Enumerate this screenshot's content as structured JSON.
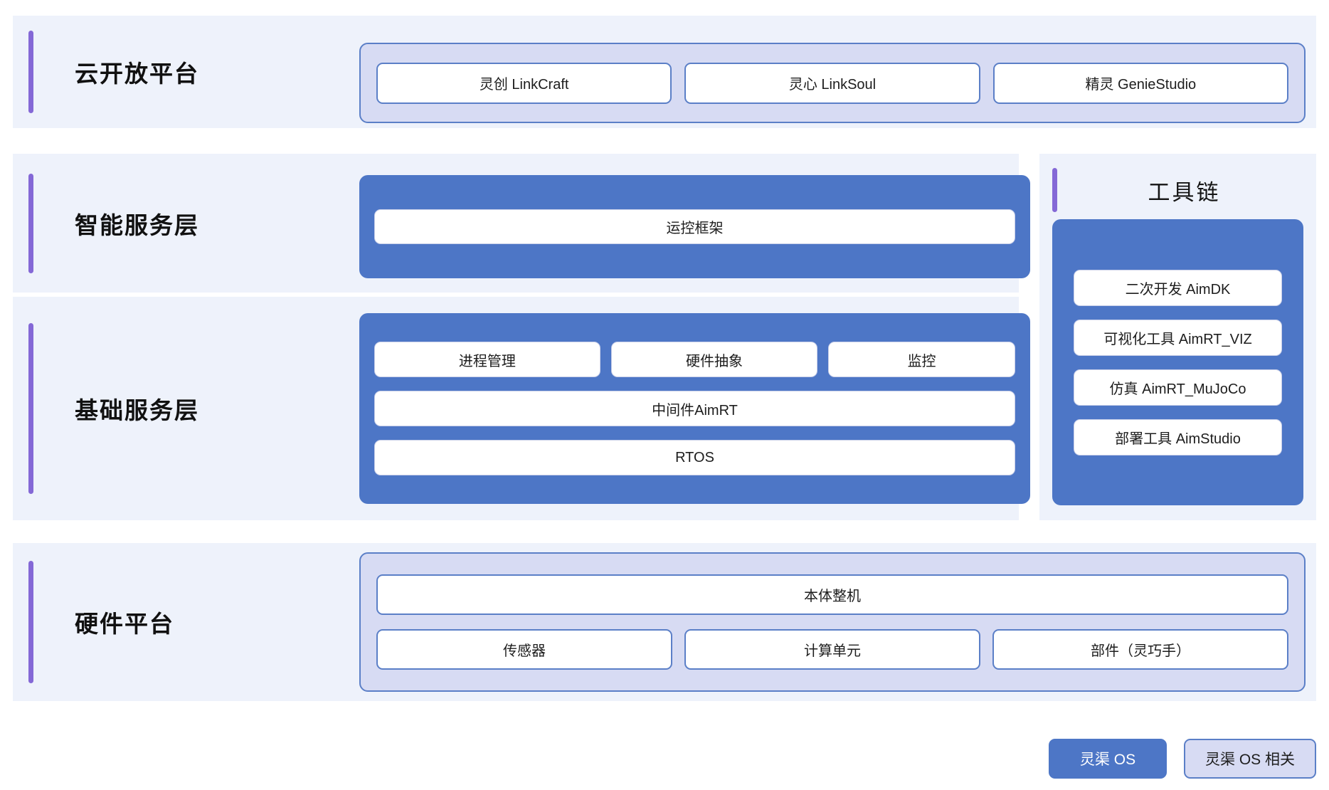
{
  "rows": [
    {
      "title": "云开放平台",
      "panel_style": "lavender",
      "groups": [
        {
          "items": [
            "灵创 LinkCraft",
            "灵心 LinkSoul",
            "精灵 GenieStudio"
          ]
        }
      ]
    },
    {
      "title": "智能服务层",
      "panel_style": "blue",
      "groups": [
        {
          "items": [
            "运控框架"
          ]
        }
      ]
    },
    {
      "title": "基础服务层",
      "panel_style": "blue",
      "groups": [
        {
          "items": [
            "进程管理",
            "硬件抽象",
            "监控"
          ]
        },
        {
          "items": [
            "中间件AimRT"
          ]
        },
        {
          "items": [
            "RTOS"
          ]
        }
      ]
    },
    {
      "title": "硬件平台",
      "panel_style": "lavender",
      "groups": [
        {
          "items": [
            "本体整机"
          ]
        },
        {
          "items": [
            "传感器",
            "计算单元",
            "部件（灵巧手）"
          ]
        }
      ]
    }
  ],
  "toolchain": {
    "title": "工具链",
    "items": [
      "二次开发 AimDK",
      "可视化工具 AimRT_VIZ",
      "仿真 AimRT_MuJoCo",
      "部署工具 AimStudio"
    ]
  },
  "legend": [
    {
      "label": "灵渠 OS",
      "style": "filled"
    },
    {
      "label": "灵渠 OS 相关",
      "style": "outline"
    }
  ],
  "colors": {
    "accent_purple": "#8468d6",
    "brand_blue": "#4d76c6",
    "lavender": "#d7dbf3",
    "row_bg": "#eef2fb",
    "border_blue": "#5b7fc7",
    "page_bg": "#ffffff"
  }
}
